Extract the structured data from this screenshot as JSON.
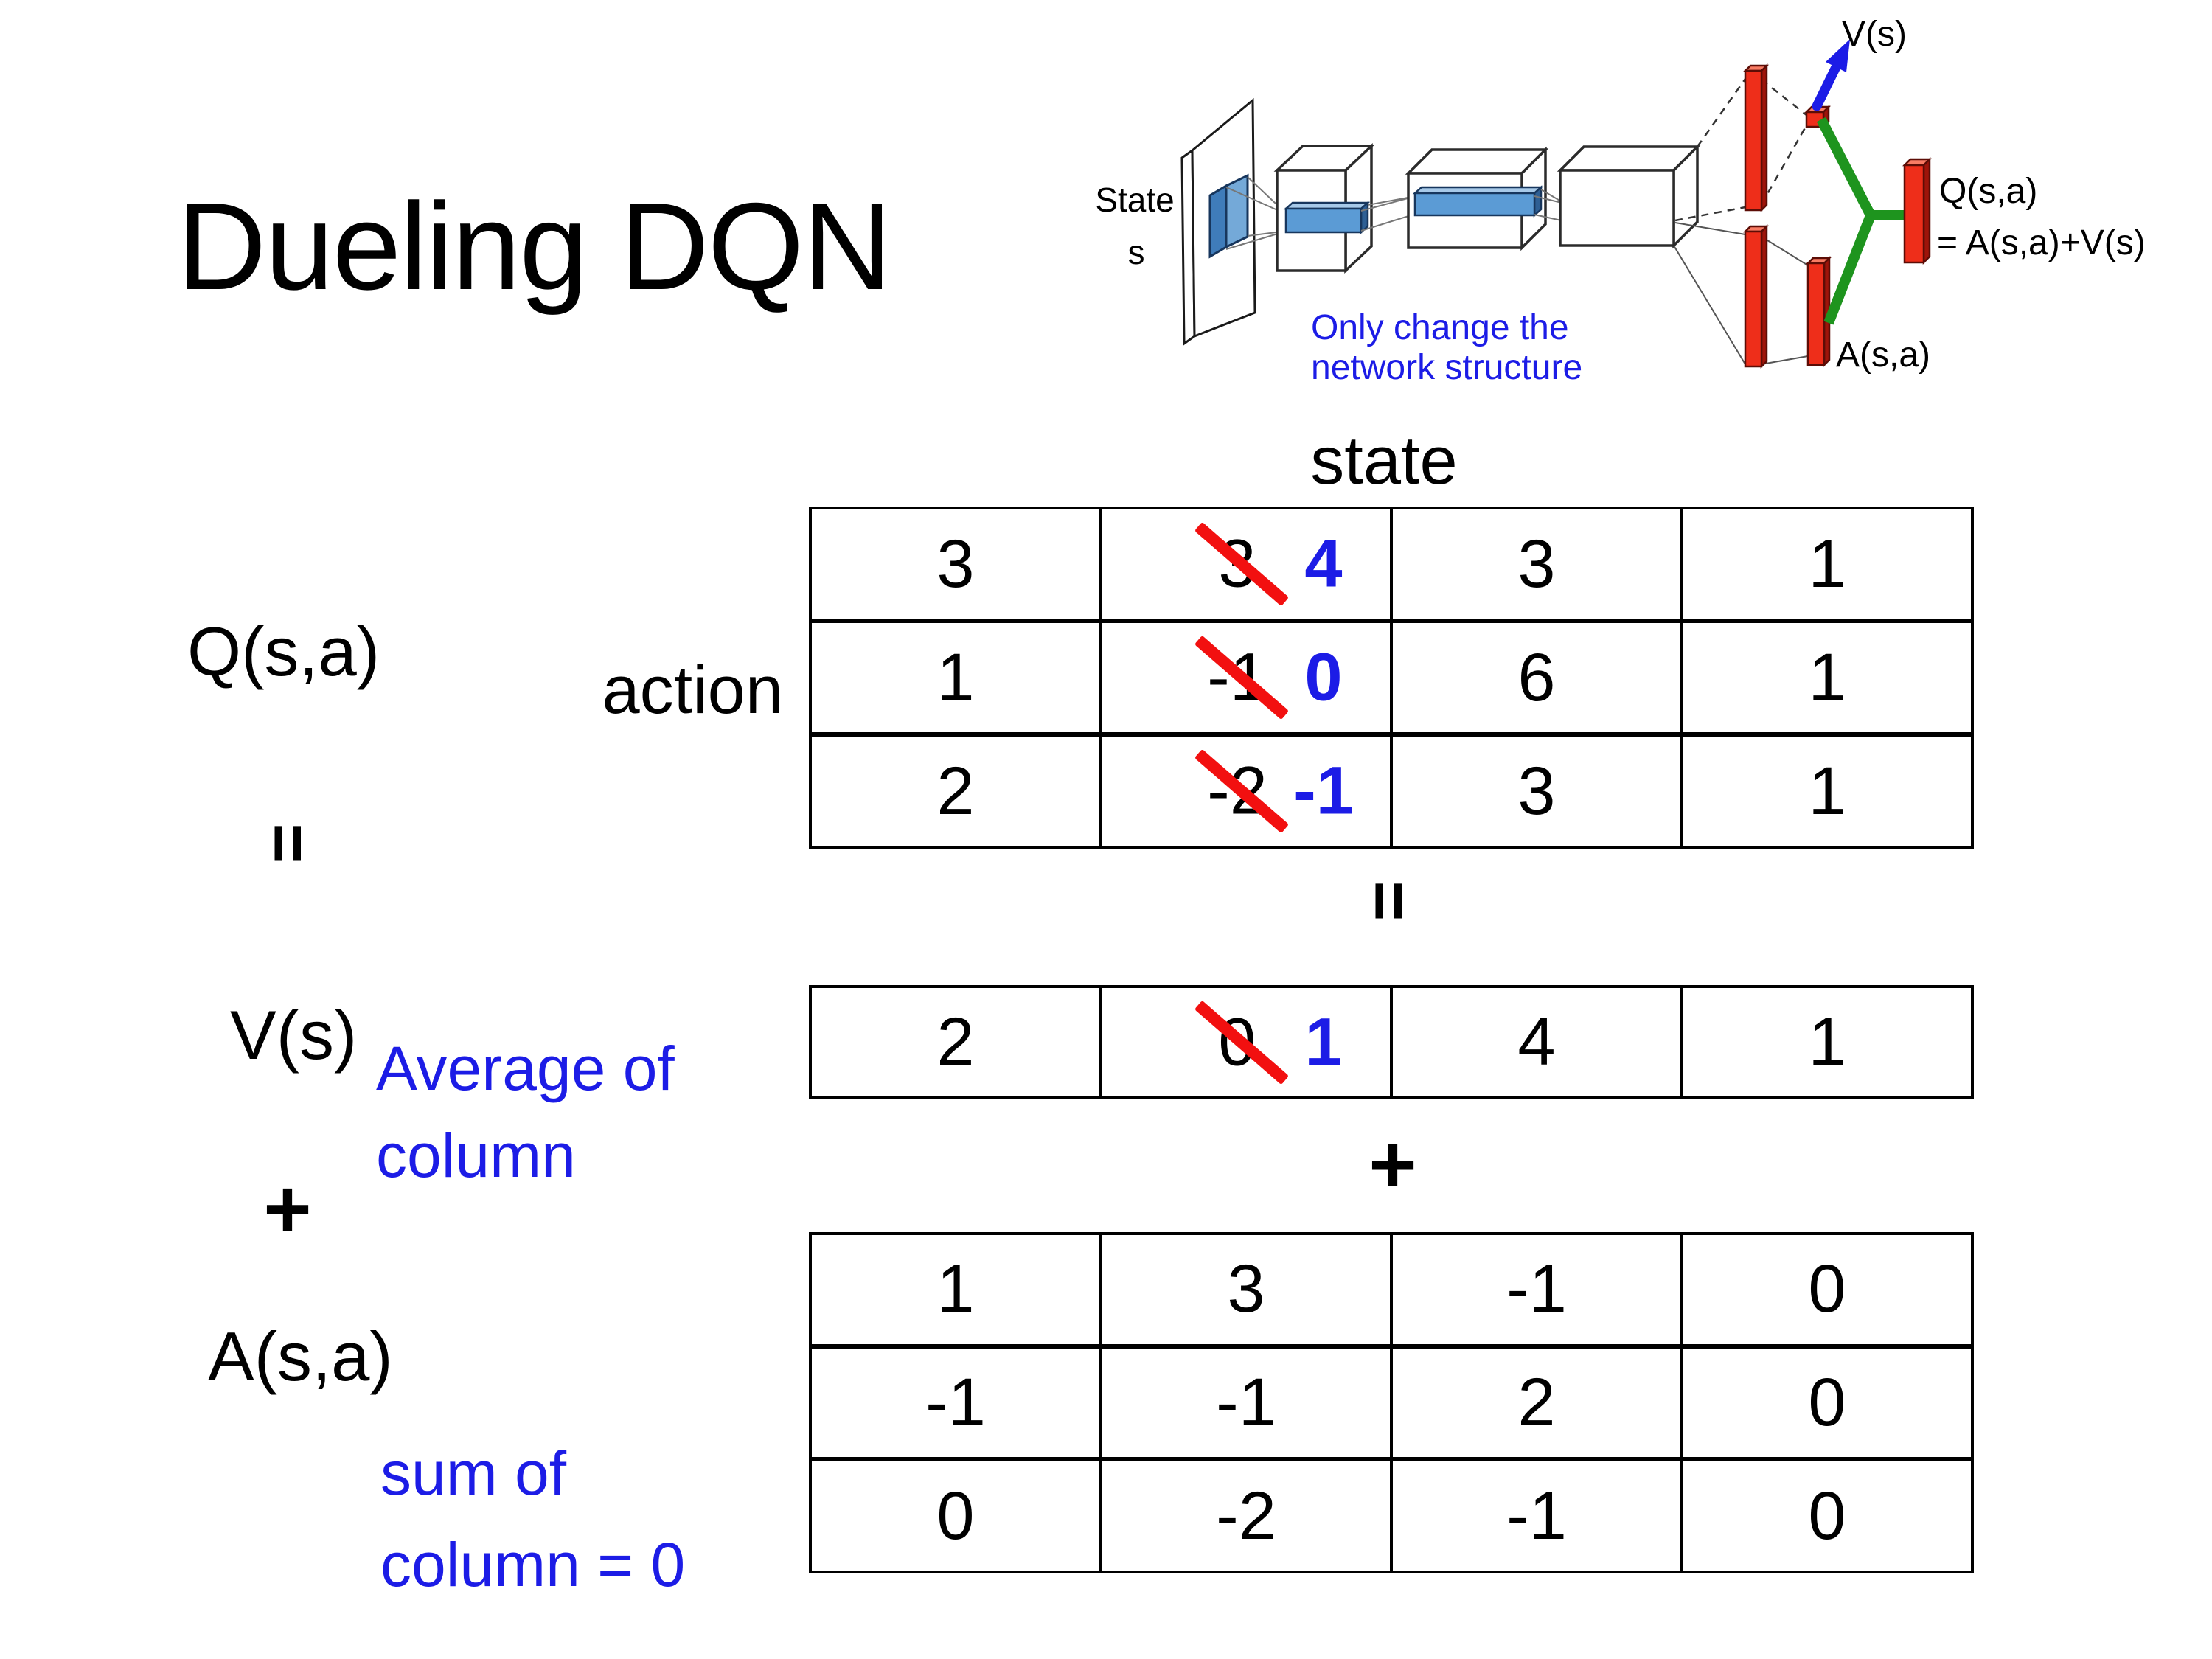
{
  "title": "Dueling DQN",
  "colors": {
    "text": "#000000",
    "accent_blue": "#1c1ce6",
    "strike_red": "#f21010",
    "bar_red": "#ee2e1a",
    "feature_blue": "#5b9bd5",
    "link_green": "#1e941e"
  },
  "diagram": {
    "state_line1": "State",
    "state_line2": "s",
    "v_out_label": "V(s)",
    "q_out_label": "Q(s,a)",
    "q_out_formula": "= A(s,a)+V(s)",
    "a_out_label": "A(s,a)",
    "note_line1": "Only change the",
    "note_line2": "network structure"
  },
  "equation": {
    "q_label": "Q(s,a)",
    "v_label": "V(s)",
    "a_label": "A(s,a)",
    "equals": "=",
    "plus": "+",
    "state_header": "state",
    "action_header": "action",
    "avg_note_line1": "Average of",
    "avg_note_line2": "column",
    "sum_note_line1": "sum of",
    "sum_note_line2": "column = 0"
  },
  "tables": {
    "q": [
      [
        "3",
        {
          "old": "3",
          "new": "4"
        },
        "3",
        "1"
      ],
      [
        "1",
        {
          "old": "-1",
          "new": "0"
        },
        "6",
        "1"
      ],
      [
        "2",
        {
          "old": "-2",
          "new": "-1"
        },
        "3",
        "1"
      ]
    ],
    "v": [
      [
        "2",
        {
          "old": "0",
          "new": "1"
        },
        "4",
        "1"
      ]
    ],
    "a": [
      [
        "1",
        "3",
        "-1",
        "0"
      ],
      [
        "-1",
        "-1",
        "2",
        "0"
      ],
      [
        "0",
        "-2",
        "-1",
        "0"
      ]
    ]
  }
}
